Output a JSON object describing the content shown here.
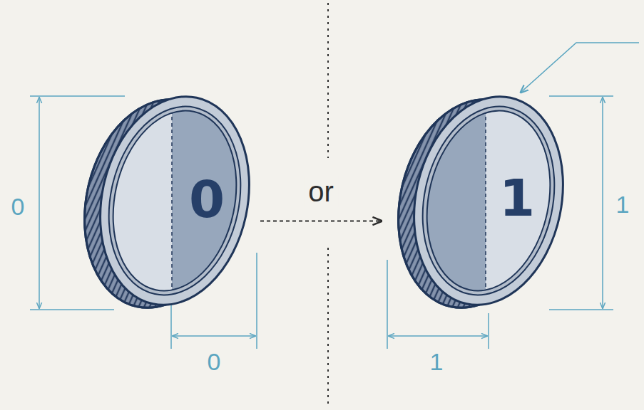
{
  "diagram": {
    "nodes": [
      {
        "text": [
          "0"
        ]
      },
      {
        "text": [
          "1"
        ]
      }
    ],
    "edges": [
      {
        "from": 0,
        "to": 1,
        "label": "or",
        "arrow": "to"
      }
    ],
    "labels": [
      "0",
      "0",
      "1",
      "1"
    ]
  }
}
